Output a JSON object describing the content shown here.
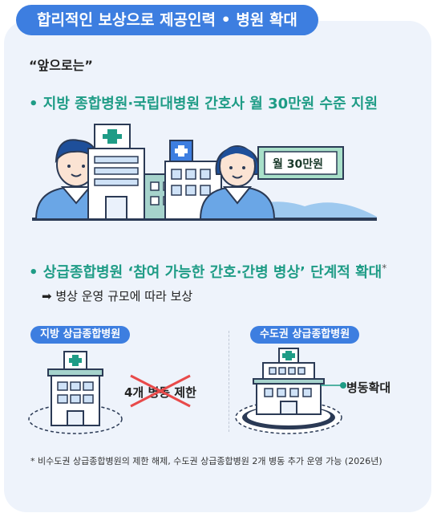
{
  "header": {
    "title": "합리적인 보상으로 제공인력 • 병원 확대"
  },
  "quote": "“앞으로는”",
  "section1": {
    "bullet": "• 지방 종합병원·국립대병원 간호사 월 30만원 수준 지원",
    "money_label": "월 30만원"
  },
  "section2": {
    "bullet": "• 상급종합병원 ‘참여 가능한 간호·간병 병상’ 단계적 확대",
    "asterisk": "*",
    "arrow_note": "➡ 병상 운영 규모에 따라 보상",
    "left": {
      "label": "지방 상급종합병원",
      "status": "4개 병동 제한"
    },
    "right": {
      "label": "수도권 상급종합병원",
      "status": "병동확대"
    }
  },
  "footnote": "* 비수도권 상급종합병원의 제한 해제, 수도권 상급종합병원 2개 병동 추가 운영 가능 (2026년)",
  "colors": {
    "accent_blue": "#3d7ee0",
    "accent_green": "#1f9c86",
    "panel_bg": "#eef3fb",
    "cross_red": "#e84a4a"
  }
}
